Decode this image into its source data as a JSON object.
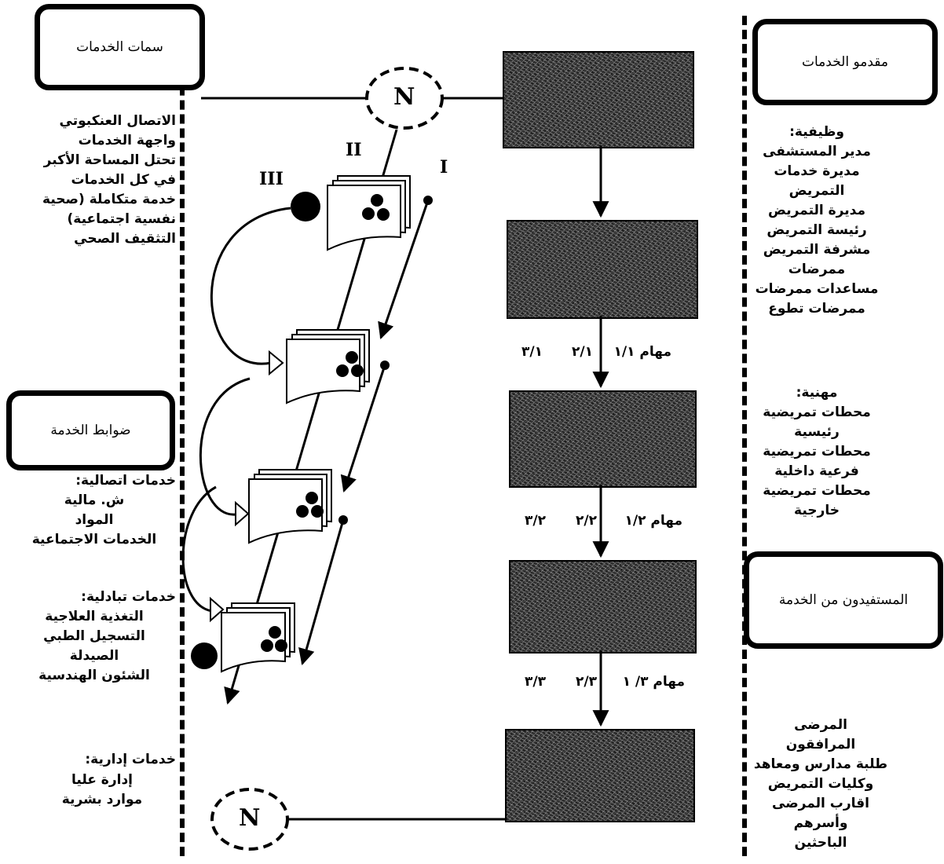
{
  "left": {
    "service_features_title": "سمات الخدمات",
    "service_features": [
      "الاتصال العنكبوتي",
      "واجهة الخدمات",
      "تحتل المساحة الأكبر",
      "في كل الخدمات",
      "خدمة متكاملة (صحية",
      "نفسية اجتماعية)",
      "التثقيف الصحي"
    ],
    "service_controls_title": "ضوابط الخدمة",
    "communication_heading": "خدمات اتصالية:",
    "communication_items": [
      "ش. مالية",
      "المواد",
      "الخدمات الاجتماعية"
    ],
    "exchange_heading": "خدمات تبادلية:",
    "exchange_items": [
      "التغذية العلاجية",
      "التسجيل الطبي",
      "الصيدلة",
      "الشئون الهندسية"
    ],
    "admin_heading": "خدمات إدارية:",
    "admin_items": [
      "إدارة عليا",
      "موارد بشرية"
    ]
  },
  "right": {
    "providers_title": "مقدمو الخدمات",
    "functional_heading": "وظيفية:",
    "functional_items": [
      "مدير المستشفى",
      "مديرة خدمات",
      "التمريض",
      "مديرة التمريض",
      "رئيسة التمريض",
      "مشرفة التمريض",
      "ممرضات",
      "مساعدات ممرضات",
      "ممرضات تطوع"
    ],
    "professional_heading": "مهنية:",
    "professional_items": [
      "محطات تمريضية",
      "رئيسية",
      "محطات تمريضية",
      "فرعية داخلية",
      "محطات تمريضية",
      "خارجية"
    ],
    "beneficiaries_title": "المستفيدون من الخدمة",
    "beneficiaries_items": [
      "المرضى",
      "المرافقون",
      "طلبة مدارس ومعاهد",
      "وكليات التمريض",
      "اقارب المرضى",
      "وأسرهم",
      "الباحثين"
    ]
  },
  "flow": {
    "node_label": "N",
    "roman_labels": [
      "I",
      "II",
      "III"
    ],
    "tasks_rows": [
      [
        "مهام ١/١",
        "٢/١",
        "٣/١"
      ],
      [
        "مهام ١/٢",
        "٢/٢",
        "٣/٢"
      ],
      [
        "مهام ٣/ ١",
        "٢/٣",
        "٣/٣"
      ]
    ]
  },
  "colors": {
    "ink": "#000000",
    "background": "#ffffff"
  }
}
